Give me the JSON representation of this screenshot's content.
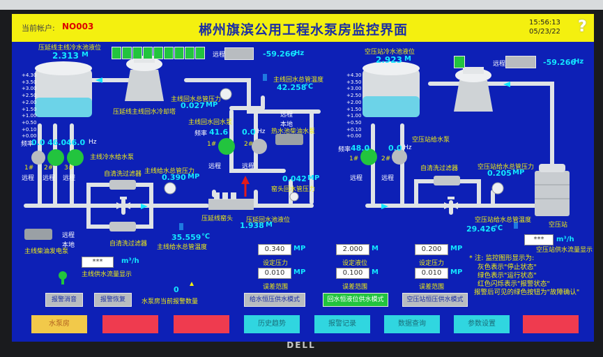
{
  "header": {
    "account_label": "当前帐户:",
    "account": "NO003",
    "title": "郴州旗滨公用工程水泵房监控界面",
    "time": "15:56:13",
    "date": "05/23/22",
    "help": "?"
  },
  "left": {
    "pool_label": "压延线主线冷水池液位",
    "pool_level": "2.313",
    "pool_unit": "M",
    "fan_indicator_count": 9,
    "remote": "远程",
    "freq": "-59.266",
    "freq_unit": "Hz",
    "tower_label": "压延线主线回水冷却塔",
    "return_pressure_label": "主线回水总管压力",
    "return_pressure": "0.027",
    "return_pressure_unit": "MP",
    "return_temp_label": "主线回水总管温度",
    "return_temp": "42.258",
    "temp_unit": "℃",
    "freq_label": "频率",
    "pump1_freq": "0.0",
    "pump2_freq": "46.0",
    "pump3_freq": "46.0",
    "hz": "Hz",
    "pump_1": "1#",
    "pump_2": "2#",
    "pump_3": "3#",
    "cold_pump_label": "主线冷水给水泵",
    "return_pump_label": "主线回水回水泵",
    "return_freq_label": "频率",
    "return_p1_freq": "41.6",
    "return_p2_freq": "0.0",
    "local": "本地",
    "hot_diesel_label": "热水池柴油水泵",
    "filter_label": "自清洗过滤器",
    "supply_pressure_label": "主线给水总管压力",
    "supply_pressure": "0.390",
    "supply_pressure_unit": "MP",
    "kiln_pressure": "0.042",
    "kiln_pressure_unit": "MP",
    "kiln_pressure_label": "窑头回水管压力",
    "kiln_label": "压延线窑头",
    "return_pool_label": "压延回水池液位",
    "return_pool_level": "1.938",
    "return_pool_unit": "M",
    "supply_temp": "35.559",
    "supply_temp_label": "主线给水总管温度",
    "diesel_gen_label": "主线柴油发电泵",
    "flow_value": "***",
    "flow_unit": "m³/h",
    "flow_label": "主线供水流量显示"
  },
  "right": {
    "pool_label": "空压站冷水池液位",
    "pool_level": "2.923",
    "pool_unit": "M",
    "remote": "远程",
    "freq": "-59.266",
    "freq_unit": "Hz",
    "freq_label": "频率",
    "pump1_freq": "48.0",
    "pump2_freq": "0.0",
    "hz": "Hz",
    "pump_1": "1#",
    "pump_2": "2#",
    "pump_label": "空压站给水泵",
    "filter_label": "自清洗过滤器",
    "pressure_label": "空压站给水总管压力",
    "pressure": "0.205",
    "pressure_unit": "MP",
    "temp_label": "空压站给水总管温度",
    "temp": "29.426",
    "temp_unit": "℃",
    "station_label": "空压站",
    "flow_value": "***",
    "flow_unit": "m³/h",
    "flow_label": "空压站供水流量显示"
  },
  "setpoints": {
    "col1_value": "0.340",
    "col1_unit": "MP",
    "col1_label": "设定压力",
    "col1_err": "0.010",
    "col1_err_unit": "MP",
    "col2_value": "2.000",
    "col2_unit": "M",
    "col2_label": "设定液位",
    "col2_err": "0.100",
    "col2_err_unit": "M",
    "col3_value": "0.200",
    "col3_unit": "MP",
    "col3_label": "设定压力",
    "col3_err": "0.010",
    "col3_err_unit": "MP",
    "err_label": "误差范围"
  },
  "alarm": {
    "mute_btn": "报警消音",
    "reset_btn": "报警恢复",
    "count": "0",
    "count_label": "水泵房当前报警数量"
  },
  "modes": {
    "mode1": "给水恒压供水模式",
    "mode2": "回水恒液位供水模式",
    "mode3": "空压站恒压供水模式"
  },
  "notes": {
    "title": "* 注: 监控图形显示为:",
    "gray": "灰色表示\"停止状态\"",
    "green": "绿色表示\"运行状态\"",
    "red": "红色闪烁表示\"报警状态\"",
    "confirm": "报警后可见的绿色按钮为\"故障确认\""
  },
  "nav": {
    "b1": "水泵房",
    "b4": "历史趋势",
    "b5": "报警记录",
    "b6": "数据查询",
    "b7": "参数设置"
  },
  "colors": {
    "screen_bg": "#0d20b6",
    "title_bar": "#f4f00f",
    "value": "#13e7ff",
    "running": "#22c43e",
    "stopped": "#b8bcc0"
  },
  "scale": [
    "+4.30",
    "+3.50",
    "+3.00",
    "+2.50",
    "+2.00",
    "+1.50",
    "+1.00",
    "+0.50",
    "+0.10",
    "+0.00"
  ],
  "brand": "DELL"
}
